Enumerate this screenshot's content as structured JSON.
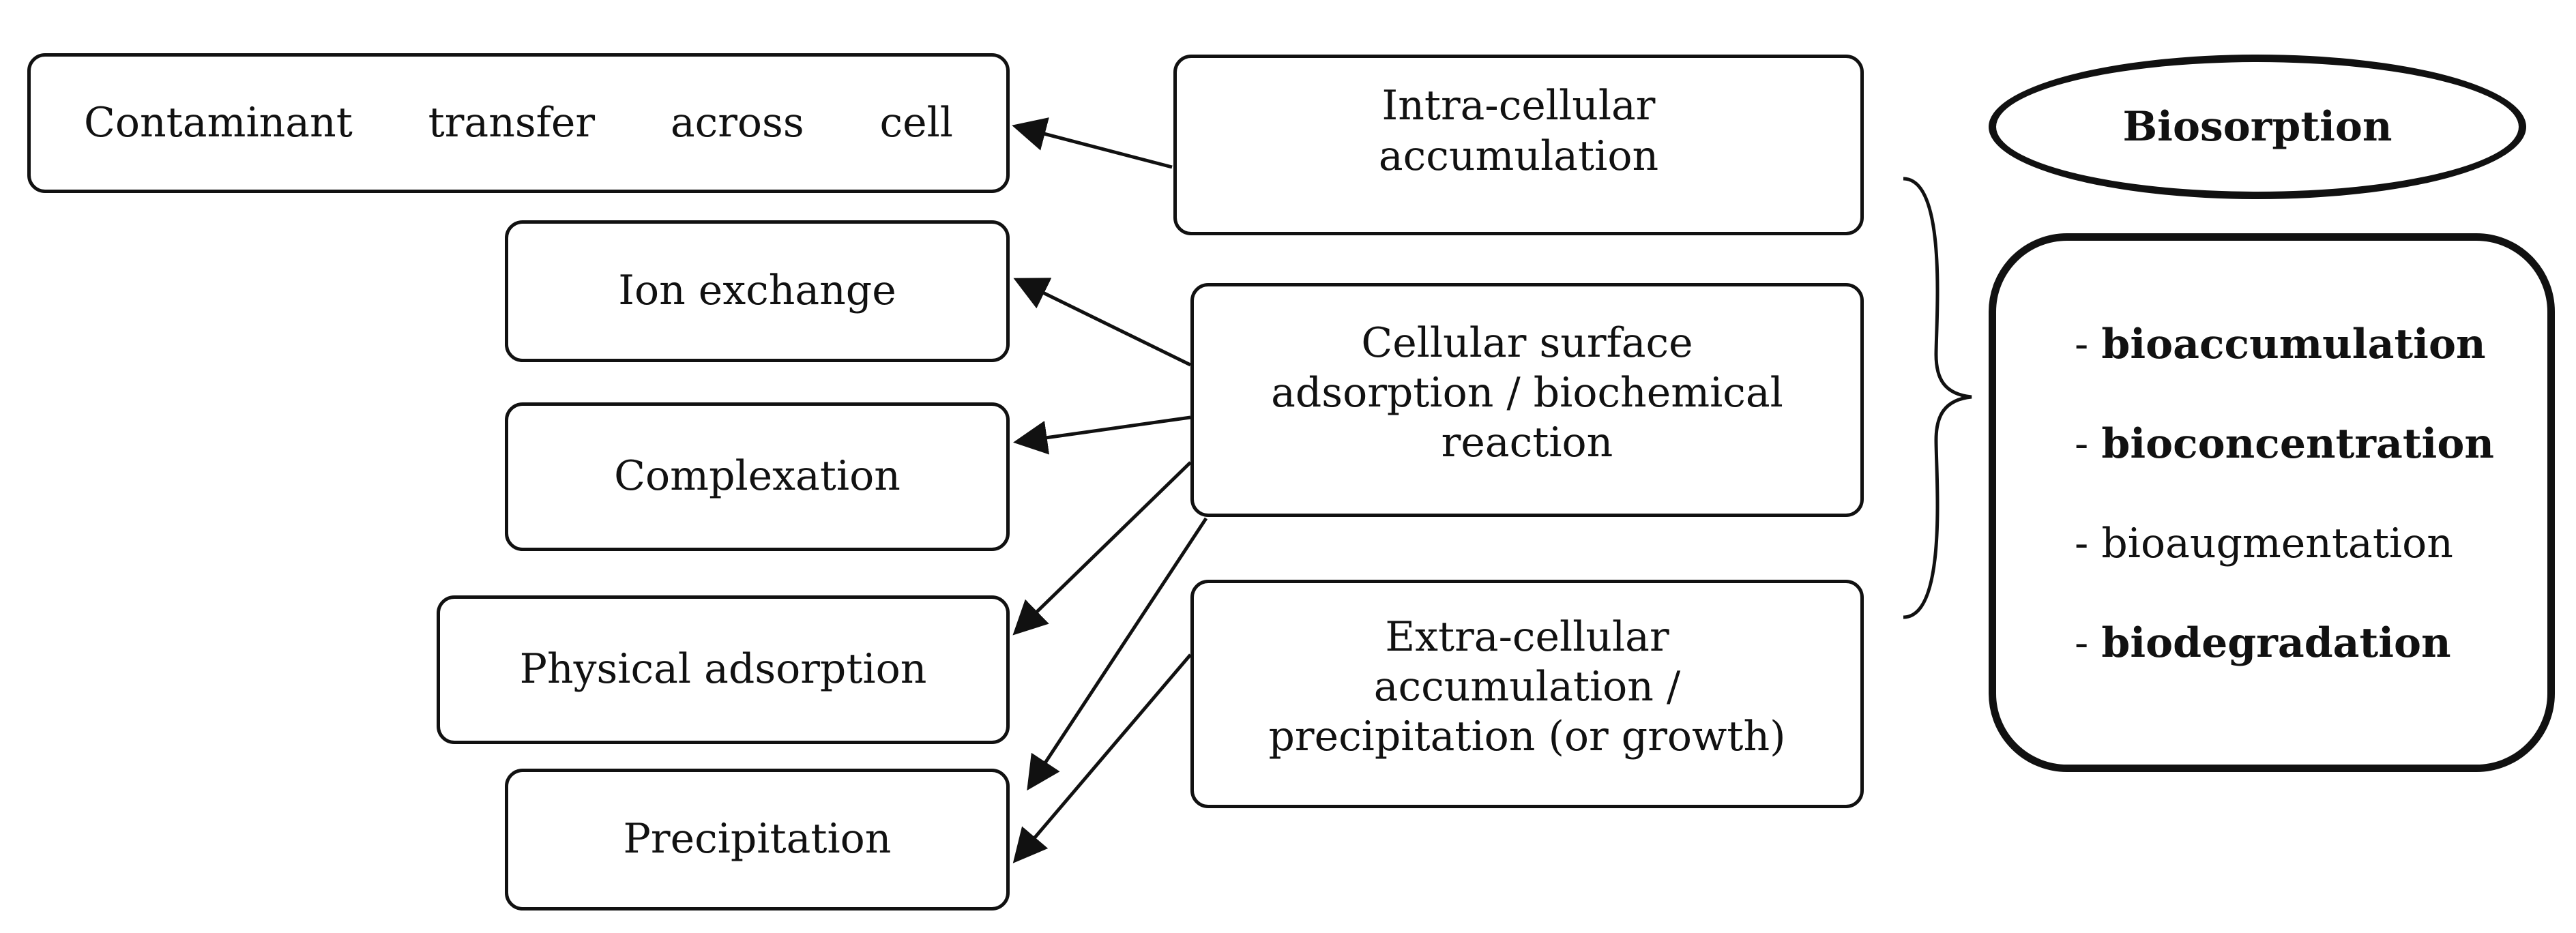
{
  "left_boxes": {
    "transfer_words": [
      "Contaminant",
      "transfer",
      "across",
      "cell"
    ],
    "ion_exchange": "Ion exchange",
    "complexation": "Complexation",
    "physical_adsorption": "Physical adsorption",
    "precipitation": "Precipitation"
  },
  "middle_boxes": {
    "intra": [
      "Intra-cellular",
      "accumulation"
    ],
    "surface": [
      "Cellular surface",
      "adsorption / biochemical",
      "reaction"
    ],
    "extra": [
      "Extra-cellular",
      "accumulation /",
      "precipitation (or growth)"
    ]
  },
  "right": {
    "title": "Biosorption",
    "items": [
      {
        "prefix": "- ",
        "text": "bioaccumulation",
        "bold": true
      },
      {
        "prefix": "- ",
        "text": "bioconcentration",
        "bold": true
      },
      {
        "prefix": "- ",
        "text": "bioaugmentation",
        "bold": false
      },
      {
        "prefix": "- ",
        "text": "biodegradation",
        "bold": true
      }
    ]
  },
  "colors": {
    "stroke": "#111111",
    "background": "#ffffff"
  }
}
